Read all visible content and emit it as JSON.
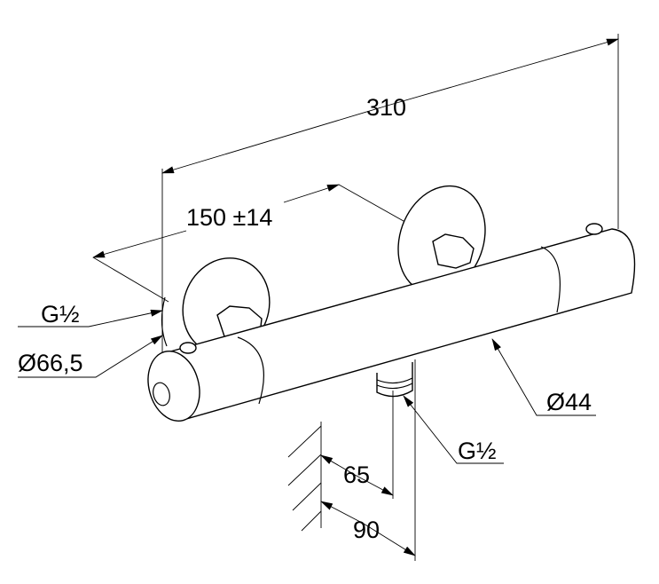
{
  "title": "Thermostatic shower mixer dimension drawing",
  "dimensions": {
    "overall_length": "310",
    "center_distance": "150 ±14",
    "inlet_thread": "G½",
    "escutcheon_diameter": "Ø66,5",
    "body_diameter": "Ø44",
    "outlet_thread": "G½",
    "wall_to_outlet_axis": "65",
    "wall_to_front": "90"
  }
}
